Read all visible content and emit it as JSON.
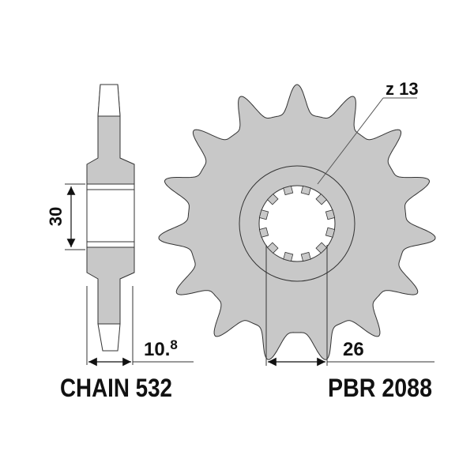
{
  "labels": {
    "teeth": "z 13",
    "hub_height": "30",
    "thickness_main": "10.",
    "thickness_sup": "8",
    "spline_diameter": "26",
    "chain": "CHAIN 532",
    "part_number": "PBR 2088"
  },
  "colors": {
    "part_fill": "#c8c8c8",
    "outline": "#333333",
    "text": "#111111"
  },
  "sprocket": {
    "drawn_teeth": 15,
    "spline_teeth": 12
  }
}
